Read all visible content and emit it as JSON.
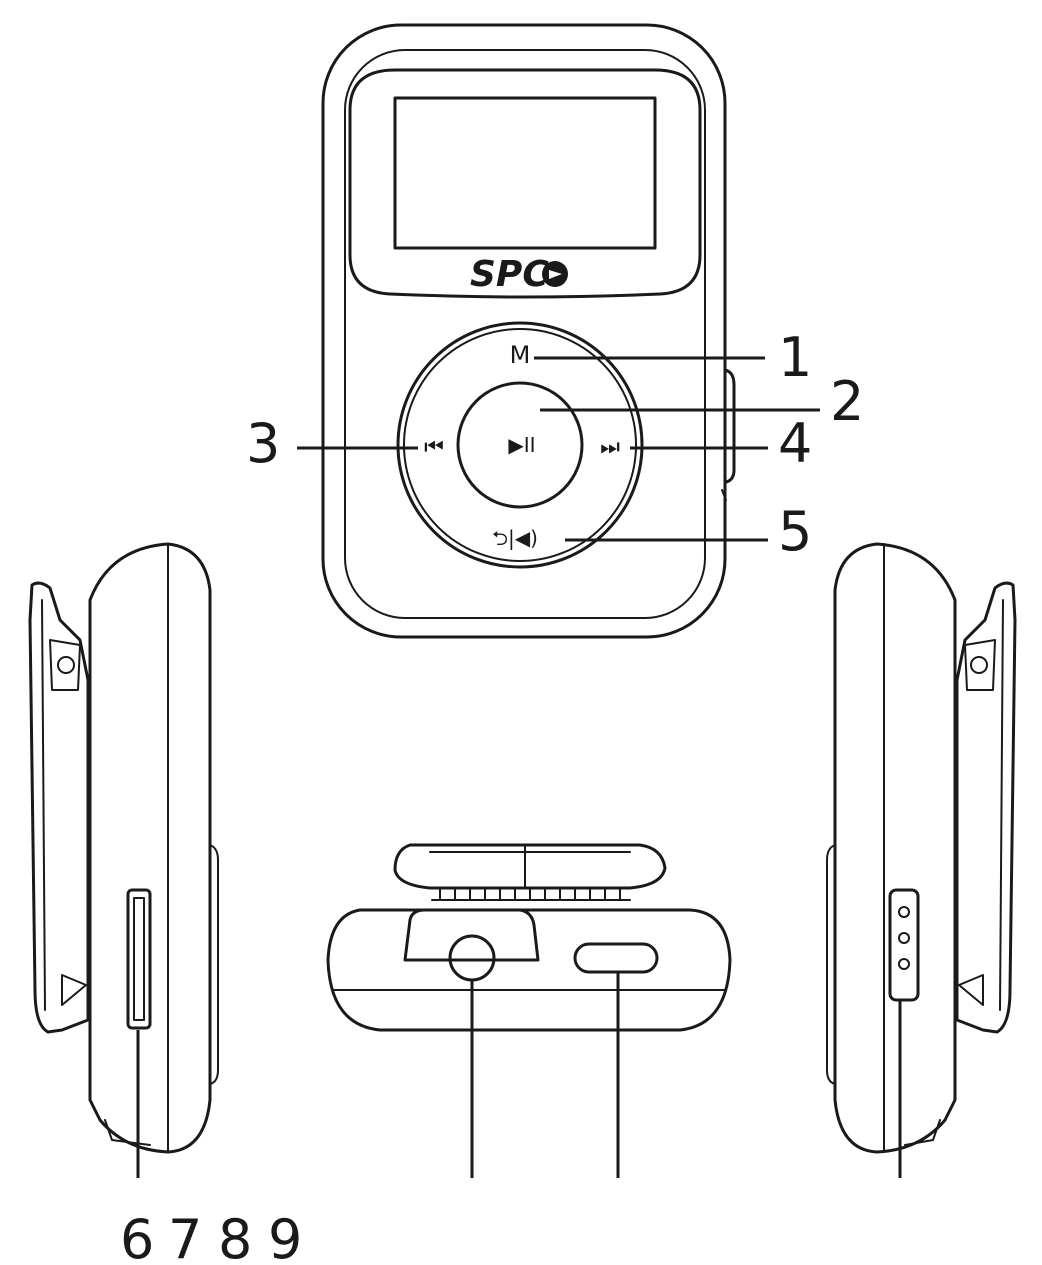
{
  "device": {
    "logo": "SPC",
    "buttons": {
      "menu": "M",
      "play_pause": "▶II",
      "prev": "⏮",
      "next": "⏭",
      "back_volume": "⮌|◀)"
    }
  },
  "callouts": {
    "c1": "1",
    "c2": "2",
    "c3": "3",
    "c4": "4",
    "c5": "5",
    "c6": "6",
    "c7": "7",
    "c8": "8",
    "c9": "9"
  }
}
